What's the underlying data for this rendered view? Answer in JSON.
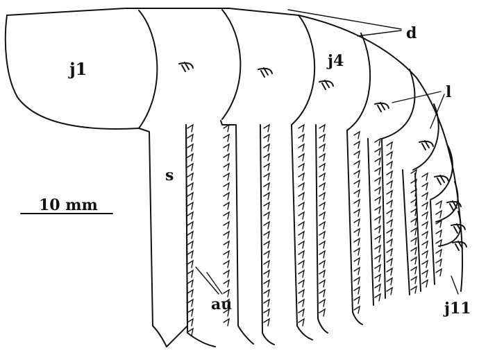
{
  "figure": {
    "labels": {
      "j1": "j1",
      "j4": "j4",
      "j11": "j11",
      "d": "d",
      "l": "l",
      "s": "s",
      "au": "au"
    },
    "scale_bar": "10 mm"
  }
}
